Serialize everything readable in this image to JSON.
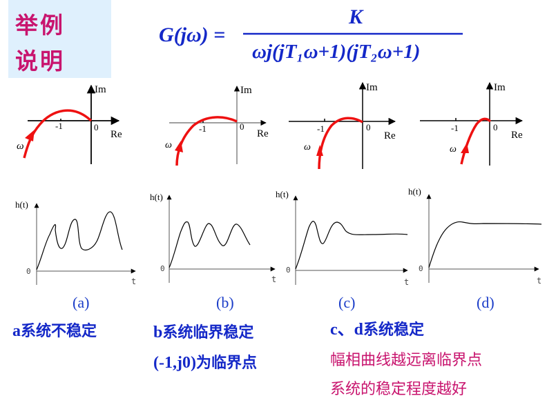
{
  "title_box": {
    "line1": "举例",
    "line2": "说明",
    "background": "#dff0fd",
    "text_color": "#c8146e"
  },
  "formula": {
    "lhs": "G(jω) =",
    "numerator": "K",
    "denominator": "ωj(jT₁ω+1)(jT₂ω+1)",
    "color": "#1428c8"
  },
  "nyquist_plots": [
    {
      "id": "a",
      "im_label": "Im",
      "re_label": "Re",
      "origin_label": "0",
      "tick_label": "-1",
      "omega_label": "ω",
      "description": "curve encircles (-1,j0) – crosses negative real axis left of -1"
    },
    {
      "id": "b",
      "im_label": "Im",
      "re_label": "Re",
      "origin_label": "0",
      "tick_label": "-1",
      "omega_label": "ω",
      "description": "curve passes through (-1,j0)"
    },
    {
      "id": "c",
      "im_label": "Im",
      "re_label": "Re",
      "origin_label": "0",
      "tick_label": "-1",
      "omega_label": "ω",
      "description": "curve crosses real axis right of -1, close"
    },
    {
      "id": "d",
      "im_label": "Im",
      "re_label": "Re",
      "origin_label": "0",
      "tick_label": "-1",
      "omega_label": "ω",
      "description": "curve crosses real axis far right of -1"
    }
  ],
  "step_plots": [
    {
      "id": "a",
      "y_label": "h(t)",
      "x_label": "t",
      "origin_label": "0",
      "behavior": "divergent oscillation"
    },
    {
      "id": "b",
      "y_label": "h(t)",
      "x_label": "t",
      "origin_label": "0",
      "behavior": "sustained oscillation"
    },
    {
      "id": "c",
      "y_label": "h(t)",
      "x_label": "t",
      "origin_label": "0",
      "behavior": "damped oscillation"
    },
    {
      "id": "d",
      "y_label": "h(t)",
      "x_label": "t",
      "origin_label": "0",
      "behavior": "smooth settling"
    }
  ],
  "captions": [
    "(a)",
    "(b)",
    "(c)",
    "(d)"
  ],
  "notes": {
    "a": {
      "latin": "a",
      "text": "系统不稳定"
    },
    "b": {
      "latin": "b",
      "text": "系统临界稳定"
    },
    "b2": {
      "latin": "(-1,j0)",
      "text": "为临界点"
    },
    "cd": {
      "latin": "c、d",
      "text": "系统稳定"
    },
    "conclusion1": "幅相曲线越远离临界点",
    "conclusion2": "系统的稳定程度越好"
  },
  "colors": {
    "curve": "#ee1111",
    "axis": "#000000",
    "blue_text": "#1428c8",
    "pink_text": "#c8146e"
  }
}
